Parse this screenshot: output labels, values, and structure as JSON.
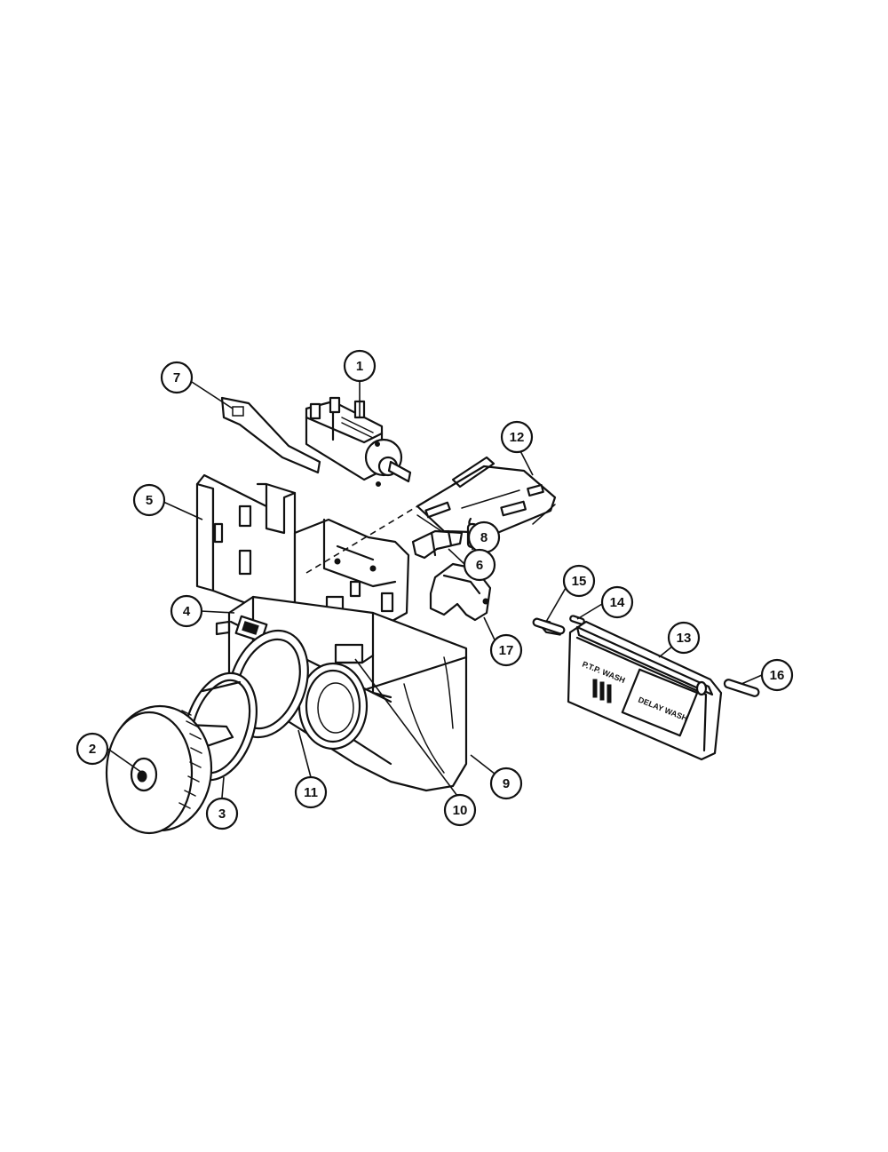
{
  "colors": {
    "ink": "#111111",
    "paper": "#ffffff"
  },
  "callouts": [
    {
      "label": "1",
      "part": "switch"
    },
    {
      "label": "2",
      "part": "knob"
    },
    {
      "label": "3",
      "part": "bezel-ring"
    },
    {
      "label": "4",
      "part": "rocker-button"
    },
    {
      "label": "5",
      "part": "mounting-bracket"
    },
    {
      "label": "6",
      "part": "lever"
    },
    {
      "label": "7",
      "part": "actuator-arm"
    },
    {
      "label": "8",
      "part": "spring"
    },
    {
      "label": "9",
      "part": "housing"
    },
    {
      "label": "10",
      "part": "housing-tab"
    },
    {
      "label": "11",
      "part": "gasket-ring"
    },
    {
      "label": "12",
      "part": "slide-bracket"
    },
    {
      "label": "13",
      "part": "cover-plate"
    },
    {
      "label": "14",
      "part": "pin-small"
    },
    {
      "label": "15",
      "part": "pin"
    },
    {
      "label": "16",
      "part": "pin"
    },
    {
      "label": "17",
      "part": "cam"
    }
  ]
}
